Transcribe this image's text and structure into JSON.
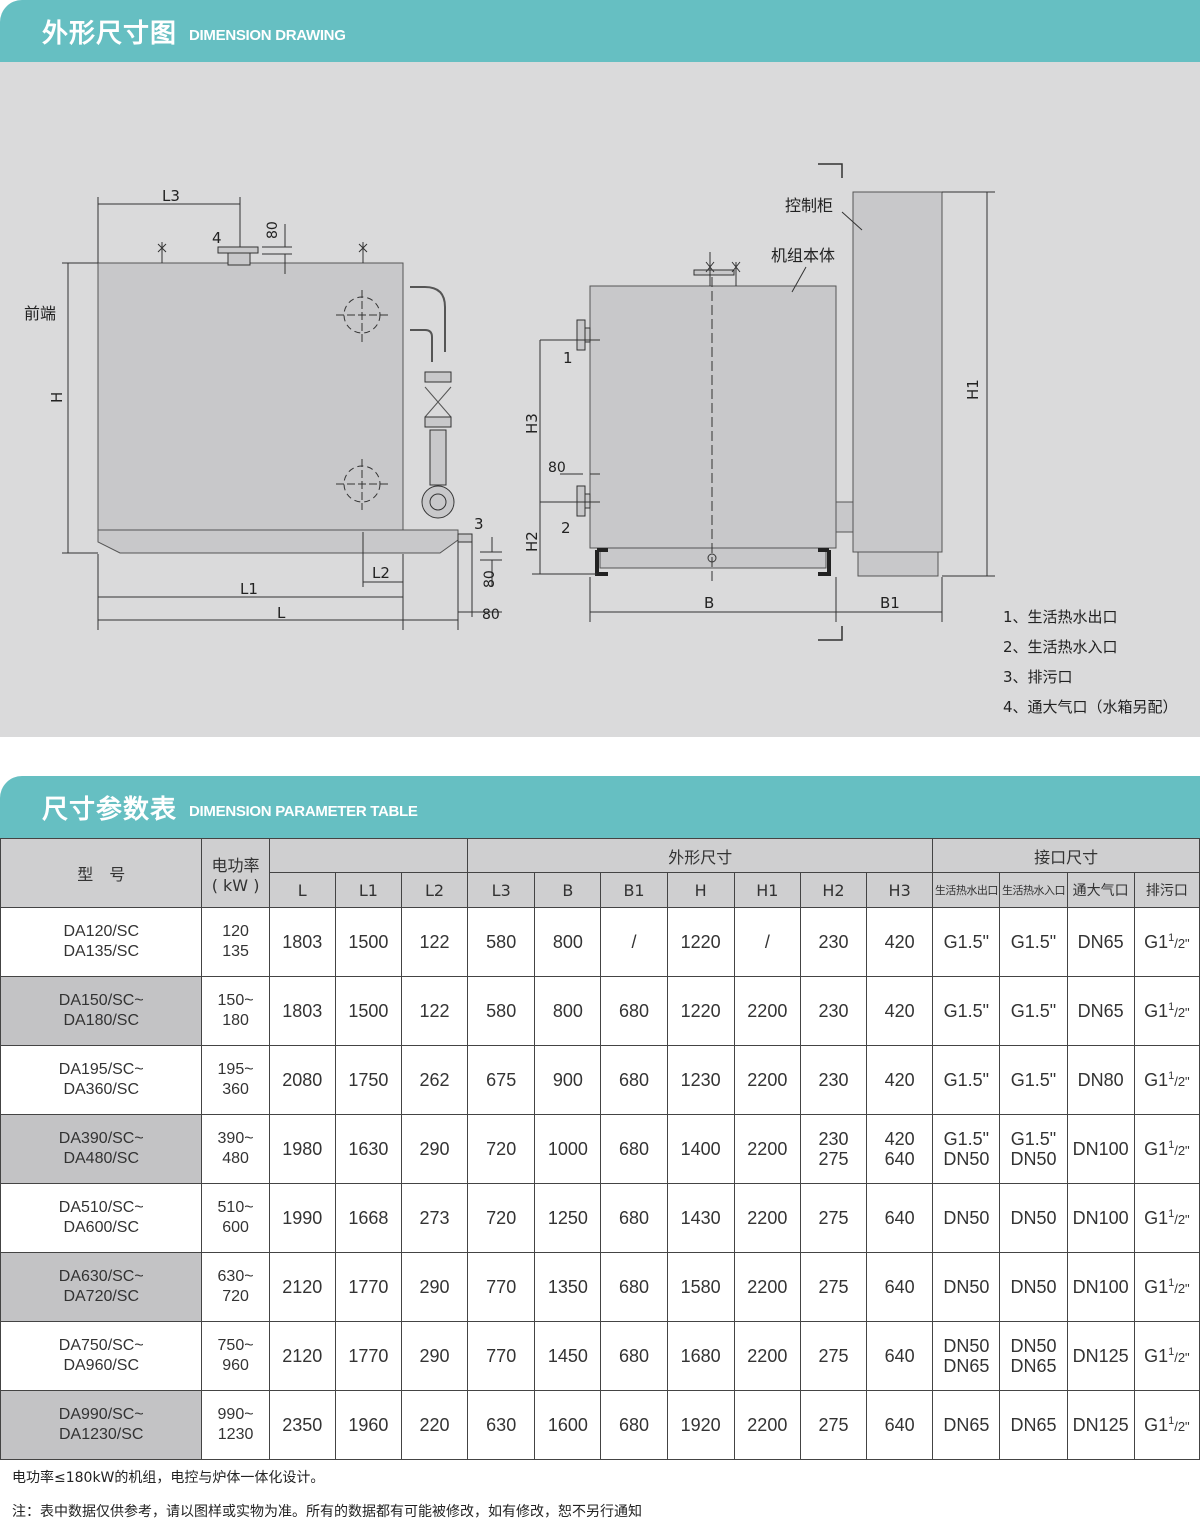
{
  "header1": {
    "title": "外形尺寸图",
    "subtitle": "DIMENSION DRAWING"
  },
  "header2": {
    "title": "尺寸参数表",
    "subtitle": "DIMENSION PARAMETER TABLE"
  },
  "drawing": {
    "front_label": "前端",
    "control_cabinet": "控制柜",
    "unit_body": "机组本体",
    "dims": {
      "L3": "L3",
      "d80a": "80",
      "p4": "4",
      "H": "H",
      "L1": "L1",
      "L": "L",
      "L2": "L2",
      "p3": "3",
      "d80b": "80",
      "d80c": "80",
      "H3": "H3",
      "H2": "H2",
      "p1": "1",
      "p2": "2",
      "d80d": "80",
      "B": "B",
      "B1": "B1",
      "H1": "H1"
    },
    "legend": [
      "1、生活热水出口",
      "2、生活热水入口",
      "3、排污口",
      "4、通大气口（水箱另配）"
    ]
  },
  "table": {
    "head": {
      "model": "型　号",
      "power": "电功率",
      "power_unit": "( kW )",
      "outer": "外形尺寸",
      "ports": "接口尺寸",
      "cols": [
        "L",
        "L1",
        "L2",
        "L3",
        "B",
        "B1",
        "H",
        "H1",
        "H2",
        "H3"
      ],
      "port_cols": [
        "生活热水出口",
        "生活热水入口",
        "通大气口",
        "排污口"
      ]
    },
    "rows": [
      {
        "m1": "DA120/SC",
        "m2": "DA135/SC",
        "p1": "120",
        "p2": "135",
        "L": "1803",
        "L1": "1500",
        "L2": "122",
        "L3": "580",
        "B": "800",
        "B1": "/",
        "H": "1220",
        "H1": "/",
        "H2a": "230",
        "H2b": "",
        "H3a": "420",
        "H3b": "",
        "o1a": "G1.5\"",
        "o1b": "",
        "o2a": "G1.5\"",
        "o2b": "",
        "vent": "DN65",
        "drain": "G1",
        "frac_n": "1",
        "frac_d": "/2\""
      },
      {
        "m1": "DA150/SC~",
        "m2": "DA180/SC",
        "p1": "150~",
        "p2": "180",
        "L": "1803",
        "L1": "1500",
        "L2": "122",
        "L3": "580",
        "B": "800",
        "B1": "680",
        "H": "1220",
        "H1": "2200",
        "H2a": "230",
        "H2b": "",
        "H3a": "420",
        "H3b": "",
        "o1a": "G1.5\"",
        "o1b": "",
        "o2a": "G1.5\"",
        "o2b": "",
        "vent": "DN65",
        "drain": "G1",
        "frac_n": "1",
        "frac_d": "/2\""
      },
      {
        "m1": "DA195/SC~",
        "m2": "DA360/SC",
        "p1": "195~",
        "p2": "360",
        "L": "2080",
        "L1": "1750",
        "L2": "262",
        "L3": "675",
        "B": "900",
        "B1": "680",
        "H": "1230",
        "H1": "2200",
        "H2a": "230",
        "H2b": "",
        "H3a": "420",
        "H3b": "",
        "o1a": "G1.5\"",
        "o1b": "",
        "o2a": "G1.5\"",
        "o2b": "",
        "vent": "DN80",
        "drain": "G1",
        "frac_n": "1",
        "frac_d": "/2\""
      },
      {
        "m1": "DA390/SC~",
        "m2": "DA480/SC",
        "p1": "390~",
        "p2": "480",
        "L": "1980",
        "L1": "1630",
        "L2": "290",
        "L3": "720",
        "B": "1000",
        "B1": "680",
        "H": "1400",
        "H1": "2200",
        "H2a": "230",
        "H2b": "275",
        "H3a": "420",
        "H3b": "640",
        "o1a": "G1.5\"",
        "o1b": "DN50",
        "o2a": "G1.5\"",
        "o2b": "DN50",
        "vent": "DN100",
        "drain": "G1",
        "frac_n": "1",
        "frac_d": "/2\""
      },
      {
        "m1": "DA510/SC~",
        "m2": "DA600/SC",
        "p1": "510~",
        "p2": "600",
        "L": "1990",
        "L1": "1668",
        "L2": "273",
        "L3": "720",
        "B": "1250",
        "B1": "680",
        "H": "1430",
        "H1": "2200",
        "H2a": "275",
        "H2b": "",
        "H3a": "640",
        "H3b": "",
        "o1a": "DN50",
        "o1b": "",
        "o2a": "DN50",
        "o2b": "",
        "vent": "DN100",
        "drain": "G1",
        "frac_n": "1",
        "frac_d": "/2\""
      },
      {
        "m1": "DA630/SC~",
        "m2": "DA720/SC",
        "p1": "630~",
        "p2": "720",
        "L": "2120",
        "L1": "1770",
        "L2": "290",
        "L3": "770",
        "B": "1350",
        "B1": "680",
        "H": "1580",
        "H1": "2200",
        "H2a": "275",
        "H2b": "",
        "H3a": "640",
        "H3b": "",
        "o1a": "DN50",
        "o1b": "",
        "o2a": "DN50",
        "o2b": "",
        "vent": "DN100",
        "drain": "G1",
        "frac_n": "1",
        "frac_d": "/2\""
      },
      {
        "m1": "DA750/SC~",
        "m2": "DA960/SC",
        "p1": "750~",
        "p2": "960",
        "L": "2120",
        "L1": "1770",
        "L2": "290",
        "L3": "770",
        "B": "1450",
        "B1": "680",
        "H": "1680",
        "H1": "2200",
        "H2a": "275",
        "H2b": "",
        "H3a": "640",
        "H3b": "",
        "o1a": "DN50",
        "o1b": "DN65",
        "o2a": "DN50",
        "o2b": "DN65",
        "vent": "DN125",
        "drain": "G1",
        "frac_n": "1",
        "frac_d": "/2\""
      },
      {
        "m1": "DA990/SC~",
        "m2": "DA1230/SC",
        "p1": "990~",
        "p2": "1230",
        "L": "2350",
        "L1": "1960",
        "L2": "220",
        "L3": "630",
        "B": "1600",
        "B1": "680",
        "H": "1920",
        "H1": "2200",
        "H2a": "275",
        "H2b": "",
        "H3a": "640",
        "H3b": "",
        "o1a": "DN65",
        "o1b": "",
        "o2a": "DN65",
        "o2b": "",
        "vent": "DN125",
        "drain": "G1",
        "frac_n": "1",
        "frac_d": "/2\""
      }
    ]
  },
  "notes": {
    "n1": "电功率≤180kW的机组，电控与炉体一体化设计。",
    "n2": "注：表中数据仅供参考，请以图样或实物为准。所有的数据都有可能被修改，如有修改，恕不另行通知"
  }
}
